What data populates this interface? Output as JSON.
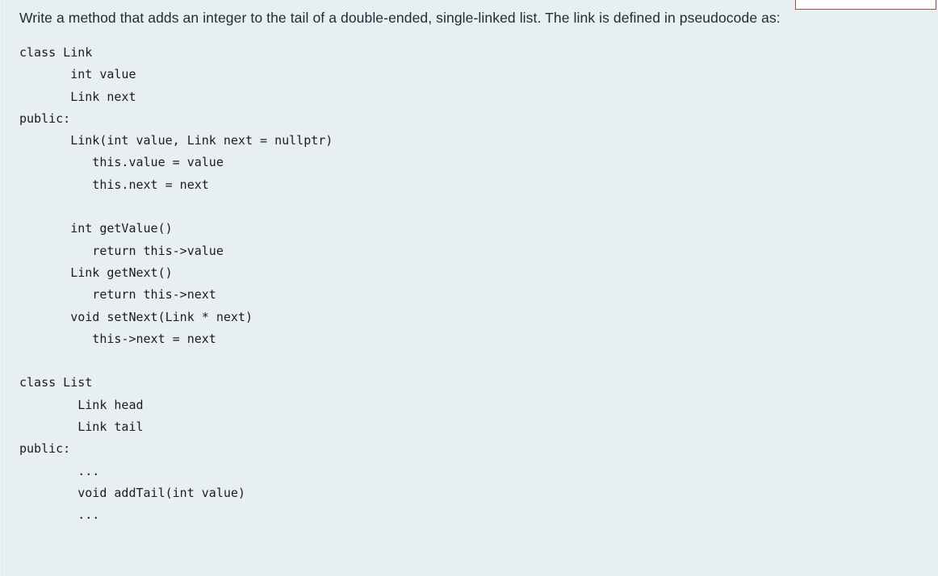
{
  "page": {
    "background_color": "#e8eff2",
    "text_color": "#1d2b33",
    "code_color": "#1b1b1b"
  },
  "overlay": {
    "top_right_box": {
      "name": "cropped-red-bordered-box",
      "border_color": "#a24a3e",
      "fill_color": "#ffffff",
      "label": ""
    }
  },
  "prompt": {
    "text": "Write a method that adds an integer to the tail of a double-ended, single-linked list. The link is defined in pseudocode as:"
  },
  "code": {
    "language": "pseudocode",
    "lines": [
      "class Link",
      "       int value",
      "       Link next",
      "public:",
      "       Link(int value, Link next = nullptr)",
      "          this.value = value",
      "          this.next = next",
      "",
      "       int getValue()",
      "          return this->value",
      "       Link getNext()",
      "          return this->next",
      "       void setNext(Link * next)",
      "          this->next = next",
      "",
      "class List",
      "        Link head",
      "        Link tail",
      "public:",
      "        ...",
      "        void addTail(int value)",
      "        ..."
    ]
  }
}
